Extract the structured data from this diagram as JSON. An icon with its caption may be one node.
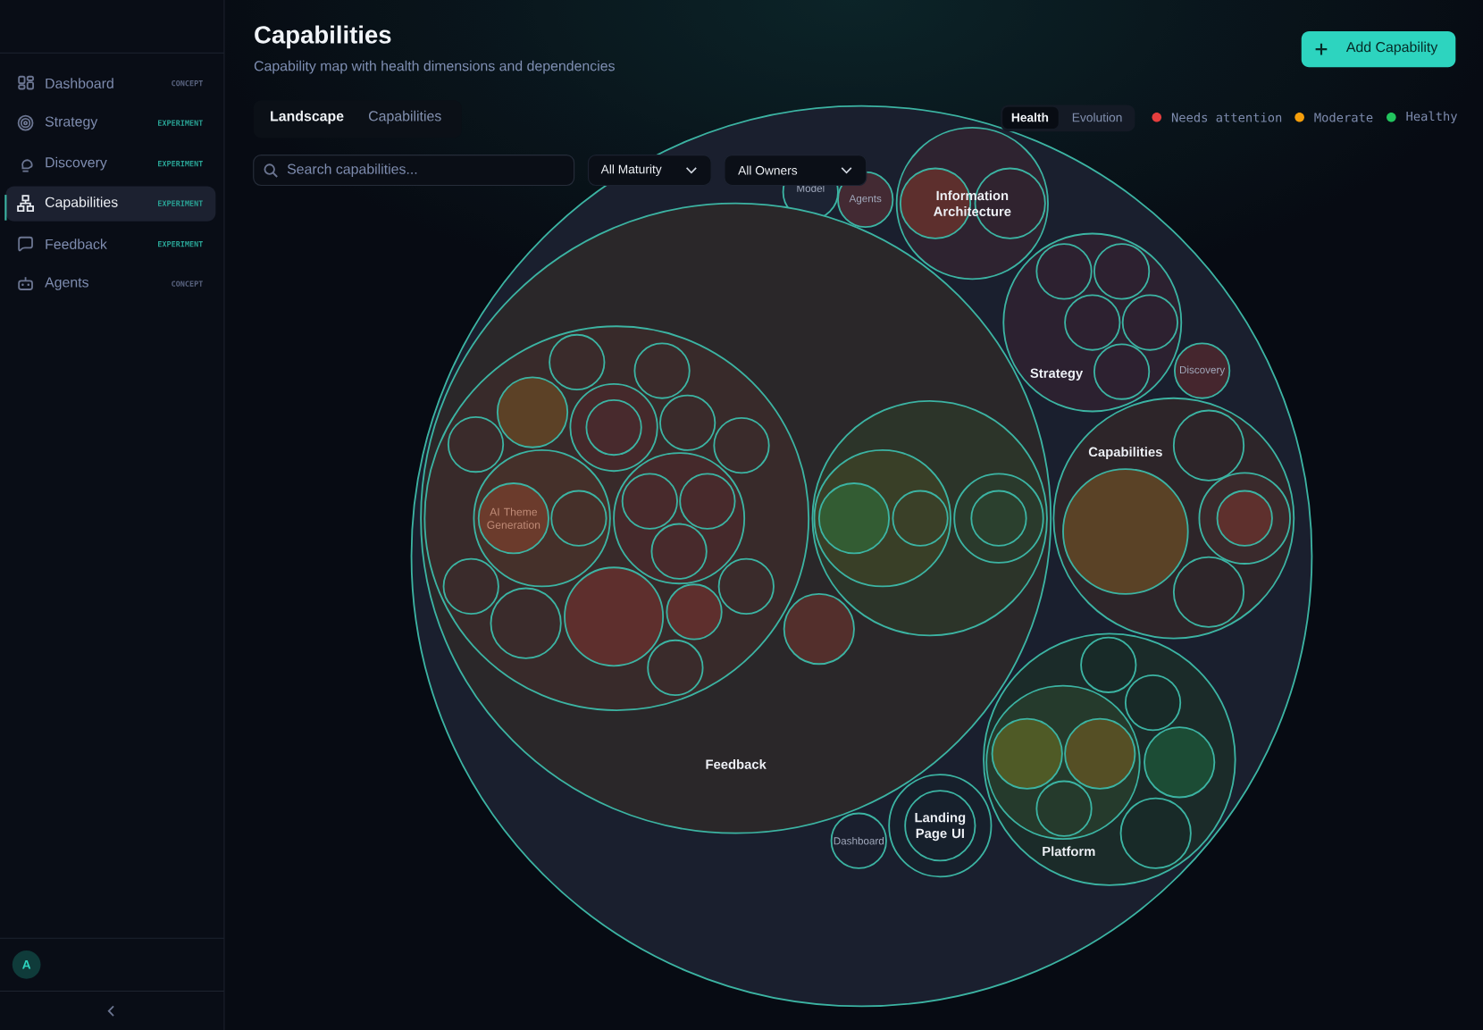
{
  "diagram": {
    "title": "Capabilities",
    "nodes": [
      {
        "text": [],
        "shape": "circle"
      },
      {
        "text": [
          "Model"
        ],
        "in": 0
      },
      {
        "text": [
          "Agents"
        ],
        "in": 0
      },
      {
        "text": [
          "Information Architecture"
        ],
        "in": 0
      },
      {
        "text": [],
        "shape": "circle",
        "in": 3
      },
      {
        "text": [],
        "shape": "circle",
        "in": 3
      },
      {
        "text": [
          "Feedback"
        ],
        "in": 0
      },
      {
        "text": [],
        "shape": "circle",
        "in": 6
      },
      {
        "text": [],
        "shape": "circle",
        "in": 7
      },
      {
        "text": [],
        "shape": "circle",
        "in": 7
      },
      {
        "text": [],
        "shape": "circle",
        "in": 7
      },
      {
        "text": [],
        "shape": "circle",
        "in": 7
      },
      {
        "text": [],
        "shape": "circle",
        "in": 11
      },
      {
        "text": [],
        "shape": "circle",
        "in": 7
      },
      {
        "text": [],
        "shape": "circle",
        "in": 7
      },
      {
        "text": [],
        "shape": "circle",
        "in": 7
      },
      {
        "text": [],
        "shape": "circle",
        "in": 7
      },
      {
        "text": [
          "AI Theme Generation"
        ],
        "in": 16
      },
      {
        "text": [],
        "shape": "circle",
        "in": 16
      },
      {
        "text": [],
        "shape": "circle",
        "in": 7
      },
      {
        "text": [],
        "shape": "circle",
        "in": 19
      },
      {
        "text": [],
        "shape": "circle",
        "in": 19
      },
      {
        "text": [],
        "shape": "circle",
        "in": 19
      },
      {
        "text": [],
        "shape": "circle",
        "in": 7
      },
      {
        "text": [],
        "shape": "circle",
        "in": 7
      },
      {
        "text": [],
        "shape": "circle",
        "in": 7
      },
      {
        "text": [],
        "shape": "circle",
        "in": 7
      },
      {
        "text": [],
        "shape": "circle",
        "in": 7
      },
      {
        "text": [],
        "shape": "circle",
        "in": 7
      },
      {
        "text": [],
        "shape": "circle",
        "in": 6
      },
      {
        "text": [],
        "shape": "circle",
        "in": 6
      },
      {
        "text": [],
        "shape": "circle",
        "in": 30
      },
      {
        "text": [],
        "shape": "circle",
        "in": 31
      },
      {
        "text": [],
        "shape": "circle",
        "in": 31
      },
      {
        "text": [],
        "shape": "circle",
        "in": 30
      },
      {
        "text": [],
        "shape": "circle",
        "in": 34
      },
      {
        "text": [
          "Strategy"
        ],
        "in": 0
      },
      {
        "text": [],
        "shape": "circle",
        "in": 36
      },
      {
        "text": [],
        "shape": "circle",
        "in": 36
      },
      {
        "text": [],
        "shape": "circle",
        "in": 36
      },
      {
        "text": [],
        "shape": "circle",
        "in": 36
      },
      {
        "text": [],
        "shape": "circle",
        "in": 36
      },
      {
        "text": [
          "Discovery"
        ],
        "in": 0
      },
      {
        "text": [
          "Capabilities"
        ],
        "in": 0
      },
      {
        "text": [],
        "shape": "circle",
        "in": 43
      },
      {
        "text": [],
        "shape": "circle",
        "in": 43
      },
      {
        "text": [],
        "shape": "circle",
        "in": 43
      },
      {
        "text": [],
        "shape": "circle",
        "in": 46
      },
      {
        "text": [],
        "shape": "circle",
        "in": 43
      },
      {
        "text": [
          "Platform"
        ],
        "in": 0
      },
      {
        "text": [],
        "shape": "circle",
        "in": 49
      },
      {
        "text": [],
        "shape": "circle",
        "in": 49
      },
      {
        "text": [],
        "shape": "circle",
        "in": 49
      },
      {
        "text": [],
        "shape": "circle",
        "in": 52
      },
      {
        "text": [],
        "shape": "circle",
        "in": 52
      },
      {
        "text": [],
        "shape": "circle",
        "in": 52
      },
      {
        "text": [],
        "shape": "circle",
        "in": 49
      },
      {
        "text": [],
        "shape": "circle",
        "in": 49
      },
      {
        "text": [],
        "shape": "circle",
        "in": 0
      },
      {
        "text": [
          "Landing Page UI"
        ],
        "in": 58
      },
      {
        "text": [
          "Dashboard"
        ],
        "in": 0
      }
    ],
    "labels": [
      "Dashboard",
      "CONCEPT",
      "Strategy",
      "EXPERIMENT",
      "Discovery",
      "EXPERIMENT",
      "Capabilities",
      "EXPERIMENT",
      "Feedback",
      "EXPERIMENT",
      "Agents",
      "CONCEPT",
      "A",
      "Capability map with health dimensions and dependencies",
      "Add Capability",
      "Landscape",
      "Capabilities",
      "Health",
      "Evolution",
      "Search capabilities...",
      "All Maturity",
      "All Owners"
    ],
    "legend": [
      {
        "text": "Needs attention",
        "color": "#e53e3e"
      },
      {
        "text": "Moderate",
        "color": "#f59e0b"
      },
      {
        "text": "Healthy",
        "color": "#22c55e"
      }
    ]
  }
}
